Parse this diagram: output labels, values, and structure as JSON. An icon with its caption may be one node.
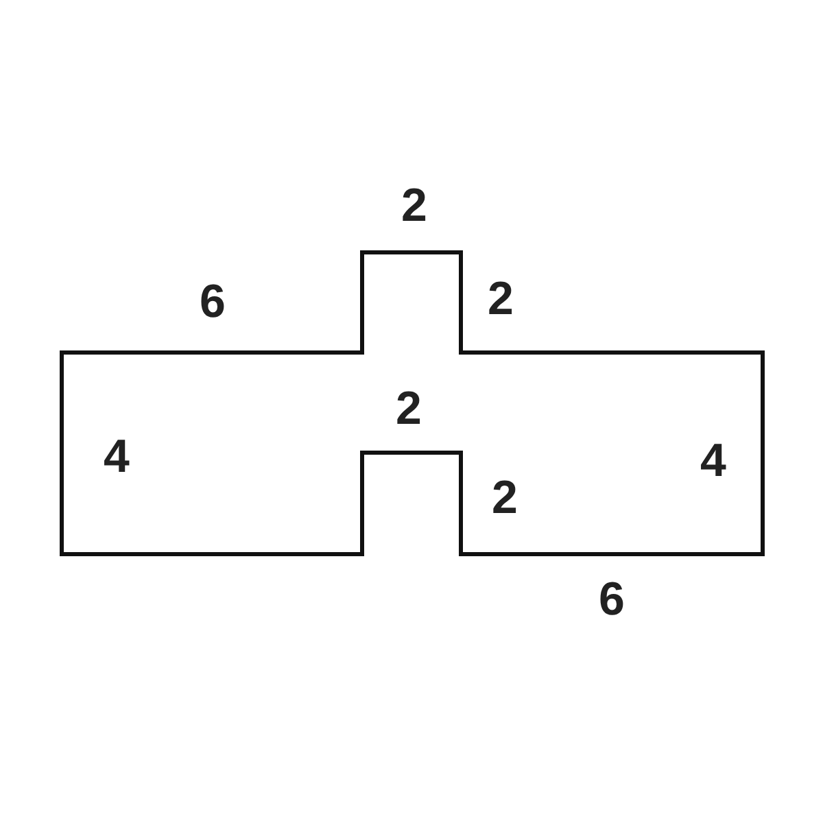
{
  "diagram": {
    "labels": [
      "2",
      "6",
      "2",
      "2",
      "4",
      "4",
      "2",
      "6"
    ]
  }
}
